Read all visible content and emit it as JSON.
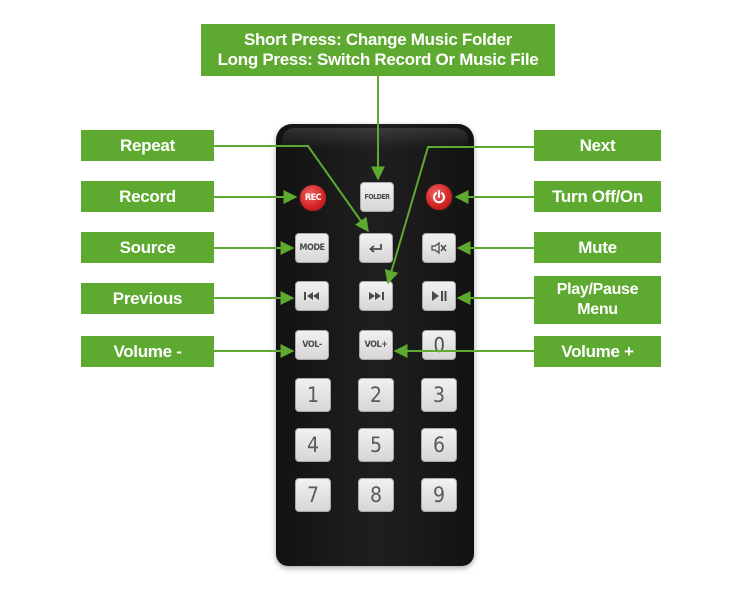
{
  "labels": {
    "top_line1": "Short Press: Change Music Folder",
    "top_line2": "Long Press: Switch Record Or Music File",
    "repeat": "Repeat",
    "record": "Record",
    "source": "Source",
    "previous": "Previous",
    "volume_minus": "Volume -",
    "next": "Next",
    "turn_off_on": "Turn Off/On",
    "mute": "Mute",
    "play_pause": "Play/Pause",
    "menu": "Menu",
    "volume_plus": "Volume +"
  },
  "buttons": {
    "rec": "REC",
    "folder": "FOLDER",
    "mode": "MODE",
    "vol_minus": "VOL-",
    "vol_plus": "VOL+",
    "zero": "0",
    "numbers": [
      "1",
      "2",
      "3",
      "4",
      "5",
      "6",
      "7",
      "8",
      "9"
    ]
  },
  "icons": {
    "power": "power-icon",
    "repeat": "return-arrow-icon",
    "mute": "speaker-mute-icon",
    "previous": "previous-track-icon",
    "next": "next-track-icon",
    "play_pause": "play-pause-icon"
  },
  "colors": {
    "label_background": "#5ea930",
    "label_text": "#ffffff",
    "leader_line": "#5ea930",
    "remote_body": "#1a1a1a",
    "power_button": "#d42525"
  }
}
